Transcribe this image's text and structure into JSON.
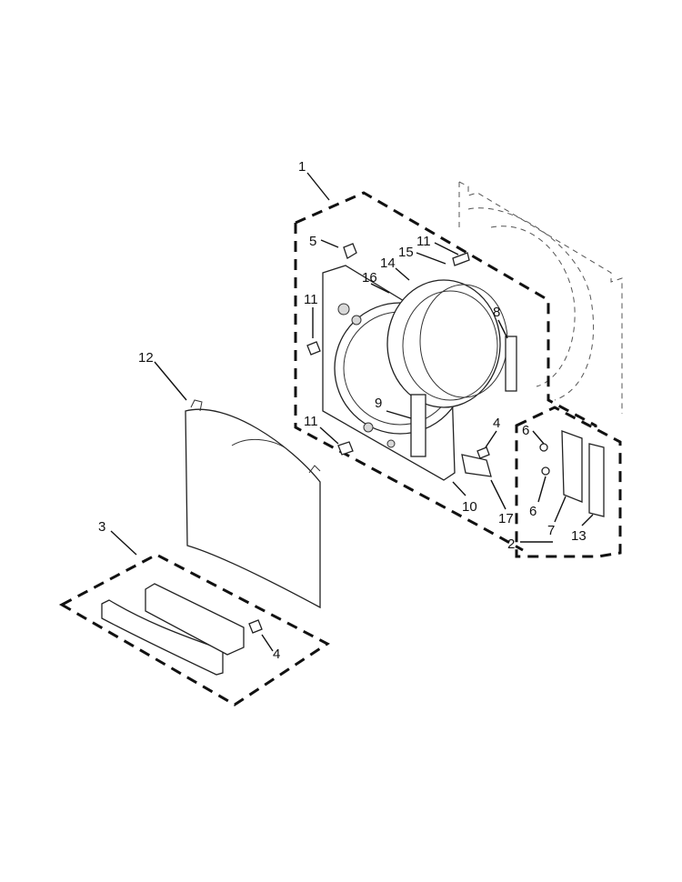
{
  "diagram": {
    "callouts": [
      {
        "id": "c1",
        "text": "1"
      },
      {
        "id": "c5",
        "text": "5"
      },
      {
        "id": "c11a",
        "text": "11"
      },
      {
        "id": "c15",
        "text": "15"
      },
      {
        "id": "c14",
        "text": "14"
      },
      {
        "id": "c16",
        "text": "16"
      },
      {
        "id": "c8",
        "text": "8"
      },
      {
        "id": "c11b",
        "text": "11"
      },
      {
        "id": "c9",
        "text": "9"
      },
      {
        "id": "c11c",
        "text": "11"
      },
      {
        "id": "c4a",
        "text": "4"
      },
      {
        "id": "c10",
        "text": "10"
      },
      {
        "id": "c17",
        "text": "17"
      },
      {
        "id": "c2",
        "text": "2"
      },
      {
        "id": "c6a",
        "text": "6"
      },
      {
        "id": "c6b",
        "text": "6"
      },
      {
        "id": "c7",
        "text": "7"
      },
      {
        "id": "c13",
        "text": "13"
      },
      {
        "id": "c12",
        "text": "12"
      },
      {
        "id": "c3",
        "text": "3"
      },
      {
        "id": "c4b",
        "text": "4"
      }
    ]
  }
}
